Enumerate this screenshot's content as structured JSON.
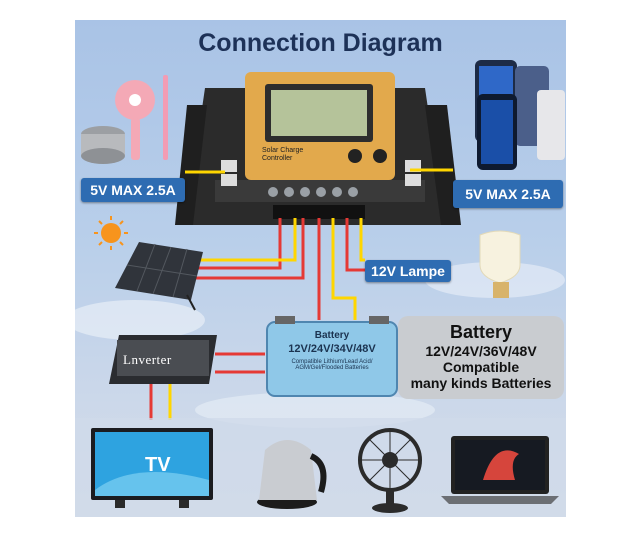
{
  "title": "Connection Diagram",
  "usb_labels": {
    "left": "5V MAX 2.5A",
    "right": "5V MAX 2.5A"
  },
  "controller": {
    "label_line1": "Solar Charge",
    "label_line2": "Controller"
  },
  "lamp_label": "12V Lampe",
  "battery_unit": {
    "name": "Battery",
    "voltages": "12V/24V/34V/48V",
    "compat_line1": "Compatible Lithium/Lead Acid/",
    "compat_line2": "AGM/Gel/Flooded Batteries"
  },
  "battery_note": {
    "title": "Battery",
    "voltages": "12V/24V/36V/48V",
    "line1": "Compatible",
    "line2": "many kinds Batteries"
  },
  "inverter_label": "Lnverter",
  "tv_label": "TV",
  "colors": {
    "label_blue": "#2e6cb2",
    "wire_red": "#e53935",
    "wire_yellow": "#ffd600",
    "title_navy": "#1d3157"
  }
}
